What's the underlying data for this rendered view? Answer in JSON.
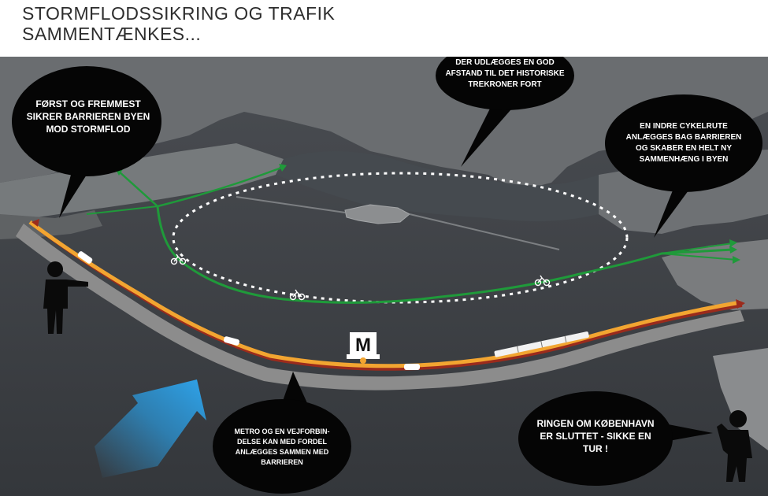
{
  "title": {
    "line1": "STORMFLODSSIKRING OG TRAFIK",
    "line2": "SAMMENTÆNKES..."
  },
  "callouts": {
    "storm": [
      "FØRST OG FREMMEST",
      "SIKRER BARRIEREN BYEN",
      "MOD STORMFLOD"
    ],
    "fort": [
      "DER UDLÆGGES EN GOD",
      "AFSTAND TIL DET HISTORISKE",
      "TREKRONER FORT"
    ],
    "cycle": [
      "EN INDRE CYKELRUTE",
      "ANLÆGGES BAG BARRIEREN",
      "OG SKABER EN HELT NY",
      "SAMMENHÆNG I BYEN"
    ],
    "metro": [
      "METRO OG EN VEJFORBIN-",
      "DELSE KAN MED FORDEL",
      "ANLÆGGES SAMMEN MED",
      "BARRIEREN"
    ],
    "ring": [
      "RINGEN OM KØBENHAVN",
      "ER SLUTTET  - SIKKE EN",
      "TUR !"
    ]
  },
  "metro_sign": "M",
  "colors": {
    "water": "#3b3e43",
    "land": "#6e7073",
    "bubble": "#050505",
    "cycle_route": "#1f9a3a",
    "road_orange": "#f2a531",
    "road_red": "#9b2b1c",
    "barrier": "#8c8c8c",
    "arrow": "#2a9be0"
  },
  "icons": [
    "person-pointing-icon",
    "person-waving-icon",
    "bicycle-icon",
    "car-icon",
    "metro-train-icon",
    "metro-station-icon",
    "storm-arrow-icon"
  ]
}
